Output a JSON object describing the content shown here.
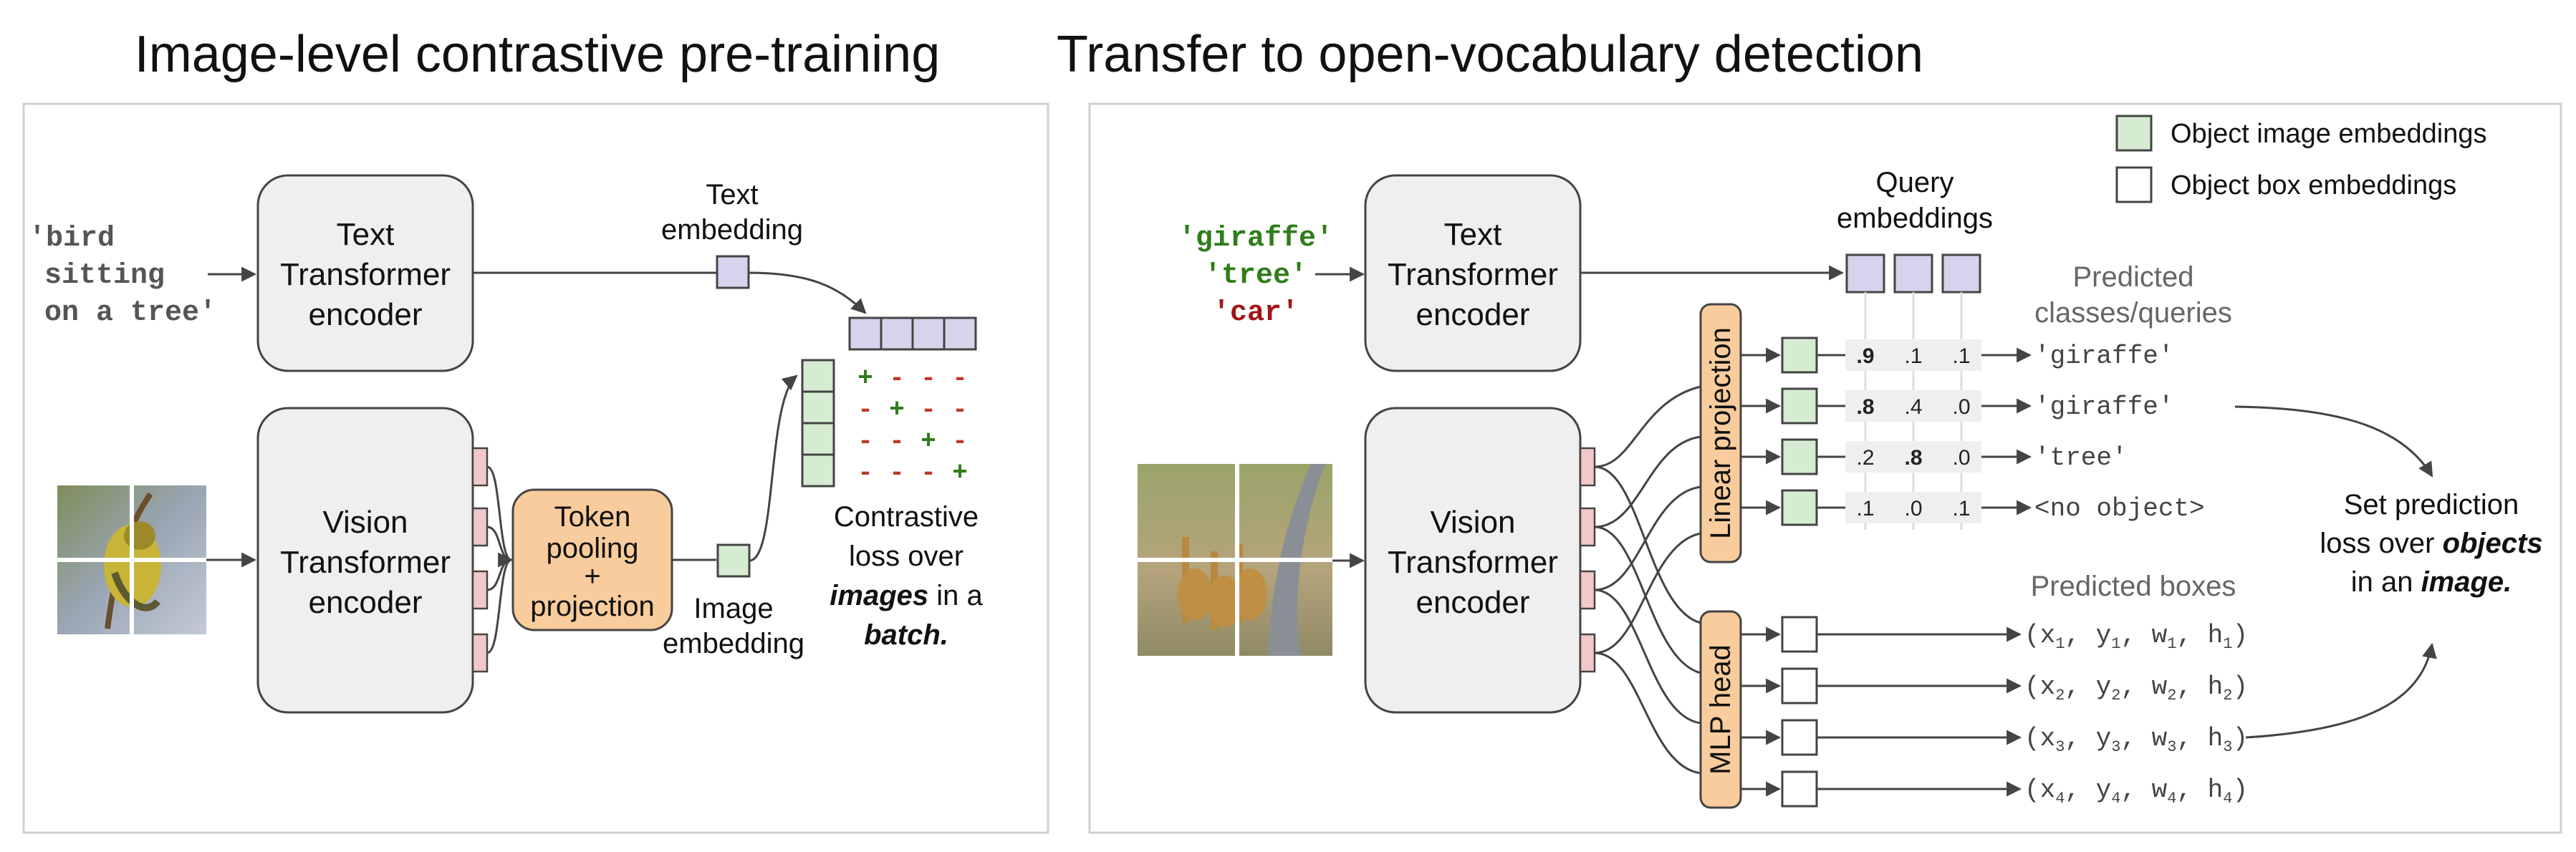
{
  "left_panel": {
    "title": "Image-level contrastive pre-training",
    "input_text": [
      "'bird",
      "sitting",
      "on a tree'"
    ],
    "text_encoder": [
      "Text",
      "Transformer",
      "encoder"
    ],
    "text_embedding_label": [
      "Text",
      "embedding"
    ],
    "vision_encoder": [
      "Vision",
      "Transformer",
      "encoder"
    ],
    "pooling_box": [
      "Token",
      "pooling",
      "+",
      "projection"
    ],
    "image_embedding_label": [
      "Image",
      "embedding"
    ],
    "sign_matrix": [
      [
        "+",
        "-",
        "-",
        "-"
      ],
      [
        "-",
        "+",
        "-",
        "-"
      ],
      [
        "-",
        "-",
        "+",
        "-"
      ],
      [
        "-",
        "-",
        "-",
        "+"
      ]
    ],
    "loss_text": {
      "line1": "Contrastive",
      "line2": "loss over",
      "line3_em": "images",
      "line3_rest": " in a",
      "line4_em": "batch."
    }
  },
  "right_panel": {
    "title": "Transfer to open-vocabulary detection",
    "queries": [
      "'giraffe'",
      "'tree'",
      "'car'"
    ],
    "query_colors": [
      "#2e7d1a",
      "#2e7d1a",
      "#a31515"
    ],
    "text_encoder": [
      "Text",
      "Transformer",
      "encoder"
    ],
    "query_embeddings_label": [
      "Query",
      "embeddings"
    ],
    "vision_encoder": [
      "Vision",
      "Transformer",
      "encoder"
    ],
    "linear_projection": "Linear projection",
    "mlp_head": "MLP head",
    "predicted_classes_label": [
      "Predicted",
      "classes/queries"
    ],
    "score_rows": [
      {
        "scores": [
          ".9",
          ".1",
          ".1"
        ],
        "bold": 0,
        "label": "'giraffe'"
      },
      {
        "scores": [
          ".8",
          ".4",
          ".0"
        ],
        "bold": 0,
        "label": "'giraffe'"
      },
      {
        "scores": [
          ".2",
          ".8",
          ".0"
        ],
        "bold": 1,
        "label": "'tree'"
      },
      {
        "scores": [
          ".1",
          ".0",
          ".1"
        ],
        "bold": -1,
        "label": "<no object>"
      }
    ],
    "predicted_boxes_label": "Predicted boxes",
    "box_outputs": [
      [
        "(x",
        "1",
        ", y",
        "1",
        ", w",
        "1",
        ", h",
        "1",
        ")"
      ],
      [
        "(x",
        "2",
        ", y",
        "2",
        ", w",
        "2",
        ", h",
        "2",
        ")"
      ],
      [
        "(x",
        "3",
        ", y",
        "3",
        ", w",
        "3",
        ", h",
        "3",
        ")"
      ],
      [
        "(x",
        "4",
        ", y",
        "4",
        ", w",
        "4",
        ", h",
        "4",
        ")"
      ]
    ],
    "set_loss": {
      "line1": "Set prediction",
      "line2_pre": "loss over ",
      "line2_em": "objects",
      "line3_pre": "in an ",
      "line3_em": "image."
    },
    "legend": [
      "Object image embeddings",
      "Object box embeddings"
    ]
  },
  "colors": {
    "encoder_fill": "#efefef",
    "embedding_purple": "#d9d2ec",
    "embedding_green": "#d6ecd2",
    "pooling_orange": "#f9cc9d",
    "token_pink": "#f3c8c8",
    "plus_green": "#2e7d1a",
    "minus_red": "#c0392b"
  }
}
